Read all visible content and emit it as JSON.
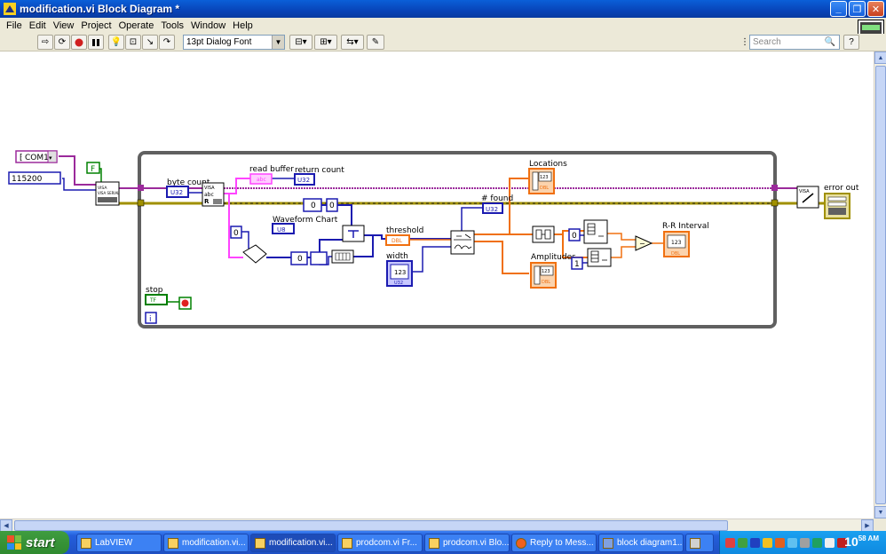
{
  "window": {
    "title": "modification.vi Block Diagram *"
  },
  "menu": [
    {
      "label": "File"
    },
    {
      "label": "Edit"
    },
    {
      "label": "View"
    },
    {
      "label": "Project"
    },
    {
      "label": "Operate"
    },
    {
      "label": "Tools"
    },
    {
      "label": "Window"
    },
    {
      "label": "Help"
    }
  ],
  "toolbar": {
    "font": "13pt Dialog Font",
    "search_placeholder": "Search"
  },
  "diagram": {
    "com_port": "COM1",
    "baud": "115200",
    "bool_false": "F",
    "byte_count": "byte count",
    "read_buffer": "read buffer",
    "return_count": "return count",
    "waveform_chart": "Waveform Chart",
    "threshold": "threshold",
    "width": "width",
    "found": "# found",
    "locations": "Locations",
    "amplitudes": "Amplitudes",
    "rr_interval": "R-R Interval",
    "error_out": "error out",
    "stop": "stop",
    "iter": "i",
    "zero": "0",
    "one": "1",
    "u32": "U32",
    "u8": "U8",
    "dbl": "DBL",
    "abc": "abc",
    "val123": "123",
    "tf": "TF",
    "visa_serial": "VISA SERIAL",
    "visa": "VISA",
    "count_label": "abc",
    "r_label": "R"
  },
  "taskbar": {
    "start": "start",
    "tasks": [
      {
        "label": "LabVIEW"
      },
      {
        "label": "modification.vi..."
      },
      {
        "label": "modification.vi..."
      },
      {
        "label": "prodcom.vi Fr..."
      },
      {
        "label": "prodcom.vi Blo..."
      },
      {
        "label": "Reply to Mess..."
      },
      {
        "label": "block diagram1..."
      }
    ],
    "clock": "10",
    "clock_small": "58 AM"
  },
  "colors": {
    "visa_wire": "#9b2a9b",
    "error_wire": "#b8a000",
    "int_wire": "#1b1bb0",
    "dbl_wire": "#f07010",
    "string_wire": "#ff44ff",
    "bool_wire": "#008000"
  }
}
